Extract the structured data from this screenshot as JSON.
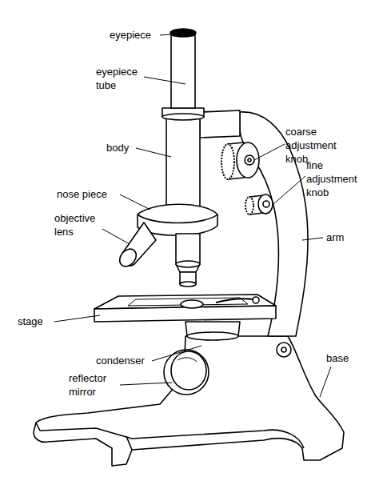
{
  "diagram": {
    "labels": [
      "eyepiece",
      "eyepiece tube",
      "coarse adjustment knob",
      "body",
      "fine adjustment knob",
      "nose piece",
      "objective lens",
      "arm",
      "stage",
      "condenser",
      "base",
      "reflector mirror"
    ]
  }
}
